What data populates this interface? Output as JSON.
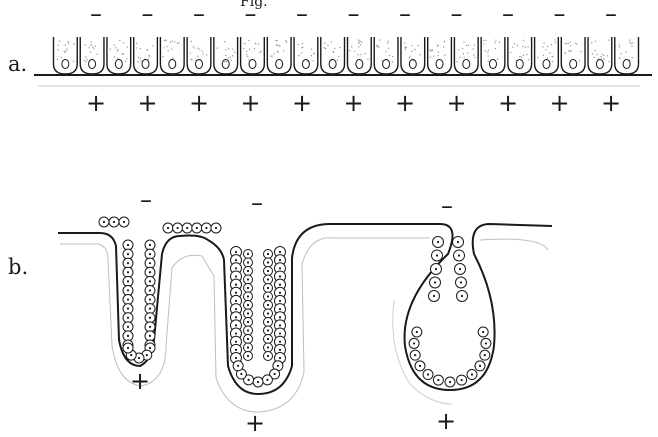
{
  "header_fragment": "Fig. ",
  "panel_a": {
    "label": "a.",
    "top_sign": "–",
    "bottom_sign": "+",
    "cell_count": 22,
    "top_sign_count": 11,
    "bottom_sign_count": 11
  },
  "panel_b": {
    "label": "b.",
    "top_sign": "–",
    "bottom_sign": "+",
    "glands": [
      {
        "shape": "narrow tubular"
      },
      {
        "shape": "wide tubular"
      },
      {
        "shape": "flask-shaped"
      }
    ]
  },
  "colors": {
    "ink": "#1a1a1a",
    "stipple": "#9a9a9a",
    "paper": "#ffffff"
  }
}
